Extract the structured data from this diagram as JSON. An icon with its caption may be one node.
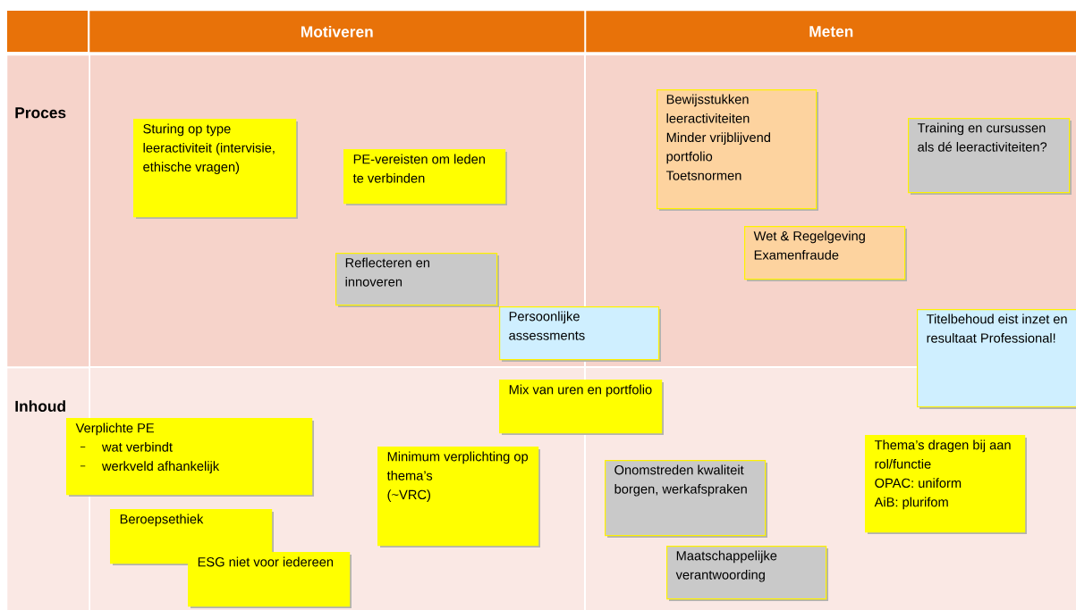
{
  "diagram": {
    "nodes": [
      {
        "text": [
          "Motiveren"
        ]
      },
      {
        "text": [
          "Meten"
        ]
      },
      {
        "text": [
          "Proces"
        ]
      },
      {
        "text": [
          "Inhoud"
        ]
      },
      {
        "text": [
          "Sturing op type leeractiviteit (intervisie, ethische vragen)"
        ]
      },
      {
        "text": [
          "PE-vereisten om leden te verbinden"
        ]
      },
      {
        "text": [
          "Reflecteren en innoveren"
        ]
      },
      {
        "text": [
          "Persoonlijke assessments"
        ]
      },
      {
        "text": [
          "Bewijsstukken leeractiviteiten",
          "Minder vrijblijvend portfolio",
          "Toetsnormen"
        ]
      },
      {
        "text": [
          "Training en cursussen als dé leeractiviteiten?"
        ]
      },
      {
        "text": [
          "Wet & Regelgeving",
          "Examenfraude"
        ]
      },
      {
        "text": [
          "Titelbehoud eist inzet en resultaat Professional!"
        ]
      },
      {
        "text": [
          "Mix van uren en portfolio"
        ]
      },
      {
        "text": [
          "Verplichte PE",
          "wat verbindt",
          "werkveld afhankelijk"
        ]
      },
      {
        "text": [
          "Minimum verplichting op thema’s",
          "(~VRC)"
        ]
      },
      {
        "text": [
          "Beroepsethiek"
        ]
      },
      {
        "text": [
          "ESG niet voor iedereen"
        ]
      },
      {
        "text": [
          "Onomstreden kwaliteit borgen, werkafspraken"
        ]
      },
      {
        "text": [
          "Thema’s dragen bij aan rol/functie",
          "OPAC: uniform",
          "AiB: plurifom"
        ]
      },
      {
        "text": [
          "Maatschappelijke verantwoording"
        ]
      }
    ]
  }
}
